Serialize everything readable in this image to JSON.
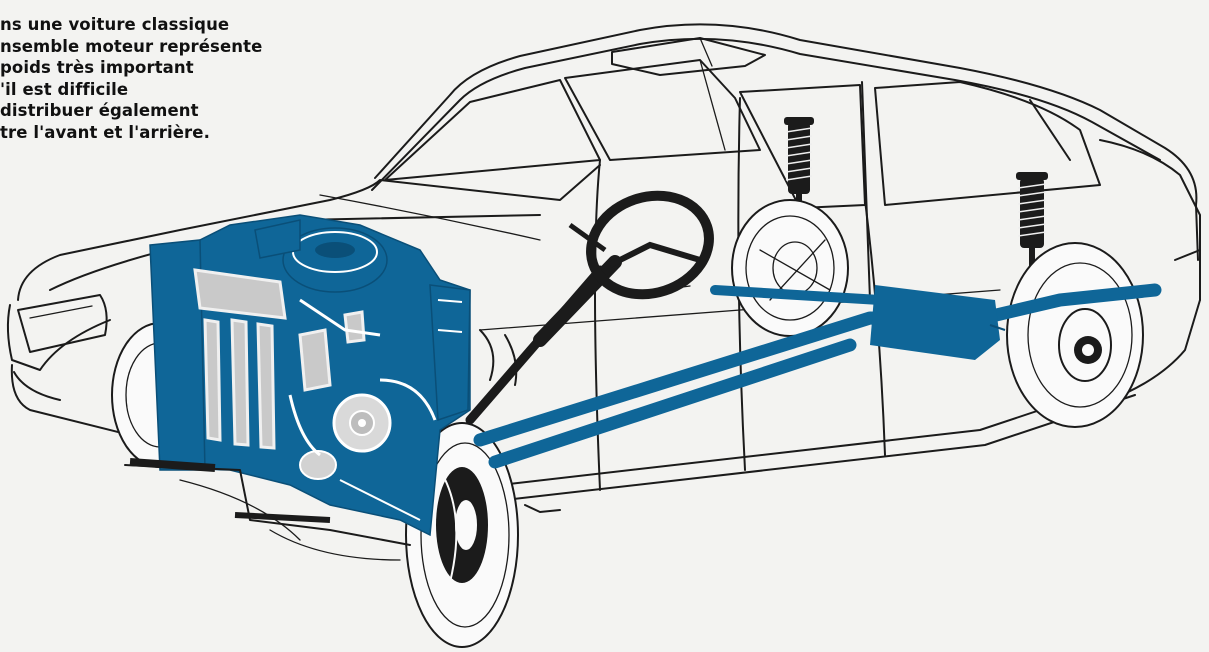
{
  "caption": {
    "lines": [
      "ns une voiture classique",
      "nsemble moteur représente",
      " poids très important",
      "'il  est  difficile",
      " distribuer également",
      "tre l'avant et l'arrière."
    ]
  },
  "colors": {
    "drivetrain": "#0f6698",
    "linework": "#1b1b1b",
    "paper": "#f3f3f1"
  }
}
